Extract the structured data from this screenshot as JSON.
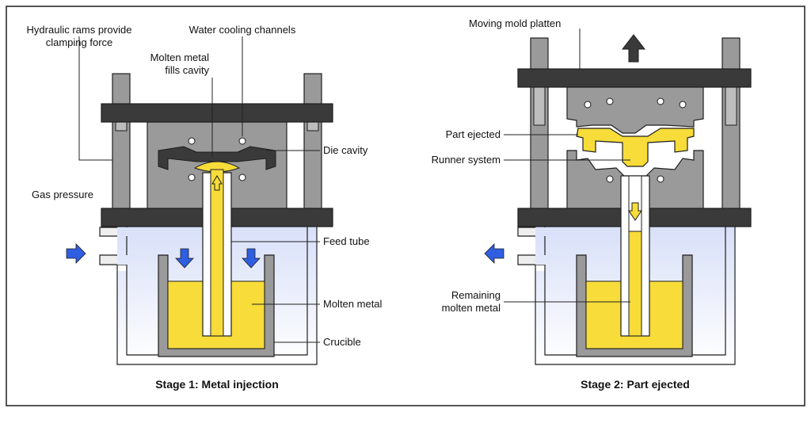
{
  "colors": {
    "steel": "#9a9a9a",
    "dark_plate": "#3a3a3a",
    "molten": "#f7dc3a",
    "gas": "#dfe6fb",
    "arrow_blue": "#2f5fe0",
    "outline": "#1e1e1e"
  },
  "stage1": {
    "title": "Stage 1: Metal injection",
    "labels": {
      "hydraulic_line1": "Hydraulic rams provide",
      "hydraulic_line2": "clamping force",
      "water_cooling": "Water cooling channels",
      "molten_fills_line1": "Molten metal",
      "molten_fills_line2": "fills cavity",
      "die_cavity": "Die cavity",
      "gas_pressure": "Gas pressure",
      "feed_tube": "Feed tube",
      "molten_metal": "Molten metal",
      "crucible": "Crucible"
    }
  },
  "stage2": {
    "title": "Stage 2: Part ejected",
    "labels": {
      "moving_platten": "Moving mold platten",
      "part_ejected": "Part ejected",
      "runner_system": "Runner system",
      "remaining_line1": "Remaining",
      "remaining_line2": "molten metal"
    }
  }
}
